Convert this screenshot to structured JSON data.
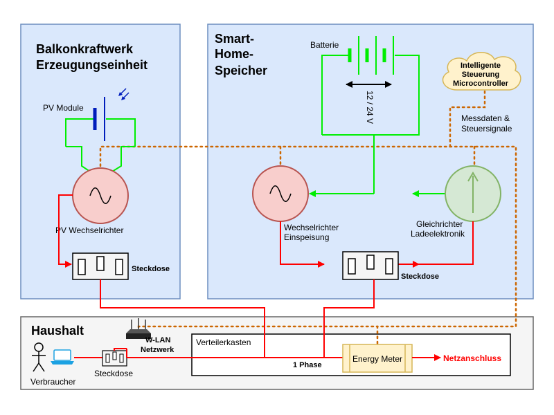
{
  "colors": {
    "panel_fill": "#dae8fc",
    "panel_stroke": "#6c8ebf",
    "house_fill": "#f5f5f5",
    "house_stroke": "#666666",
    "power": "#ff0000",
    "dc": "#00ee00",
    "signal": "#cc6600",
    "inverter_fill": "#f8cecc",
    "inverter_stroke": "#b85450",
    "rectifier_fill": "#d5e8d4",
    "rectifier_stroke": "#82b366",
    "meter_fill": "#fff2cc",
    "meter_stroke": "#d6b656",
    "cloud_fill": "#fff2cc",
    "cloud_stroke": "#d6b656",
    "pv_blue": "#001dbc"
  },
  "balkon": {
    "title_line1": "Balkonkraftwerk",
    "title_line2": "Erzeugungseinheit",
    "pv_module": "PV Module",
    "pv_inverter": "PV Wechselrichter",
    "socket": "Steckdose"
  },
  "speicher": {
    "title_line1": "Smart-",
    "title_line2": "Home-",
    "title_line3": "Speicher",
    "battery": "Batterie",
    "voltage": "12 / 24 V",
    "inverter_line1": "Wechselrichter",
    "inverter_line2": "Einspeisung",
    "rectifier_line1": "Gleichrichter",
    "rectifier_line2": "Ladeelektronik",
    "socket": "Steckdose"
  },
  "controller": {
    "line1": "Intelligente",
    "line2": "Steuerung",
    "line3": "Microcontroller",
    "signals_line1": "Messdaten &",
    "signals_line2": "Steuersignale"
  },
  "haushalt": {
    "title": "Haushalt",
    "consumer": "Verbraucher",
    "socket": "Steckdose",
    "wlan_line1": "W-LAN",
    "wlan_line2": "Netzwerk",
    "distribution": "Verteilerkasten",
    "phase": "1 Phase",
    "meter": "Energy Meter",
    "grid": "Netzanschluss"
  }
}
